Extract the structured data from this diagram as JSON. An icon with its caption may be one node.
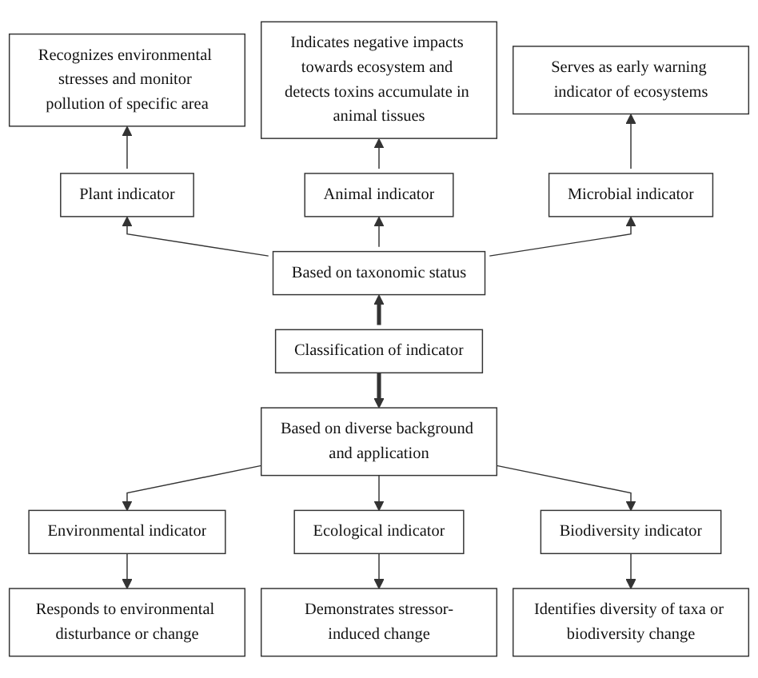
{
  "diagram": {
    "nodes": [
      {
        "text": [
          "Recognizes environmental stresses and monitor pollution of specific area"
        ]
      },
      {
        "text": [
          "Indicates negative impacts towards ecosystem and detects toxins accumulate in animal tissues"
        ]
      },
      {
        "text": [
          "Serves as early warning indicator of ecosystems"
        ]
      },
      {
        "text": [
          "Plant indicator"
        ]
      },
      {
        "text": [
          "Animal indicator"
        ]
      },
      {
        "text": [
          "Microbial indicator"
        ]
      },
      {
        "text": [
          "Based on taxonomic status"
        ]
      },
      {
        "text": [
          "Classification of indicator"
        ]
      },
      {
        "text": [
          "Based on diverse background and application"
        ]
      },
      {
        "text": [
          "Environmental indicator"
        ]
      },
      {
        "text": [
          "Ecological indicator"
        ]
      },
      {
        "text": [
          "Biodiversity indicator"
        ]
      },
      {
        "text": [
          "Responds to environmental disturbance or change"
        ]
      },
      {
        "text": [
          "Demonstrates stressor-induced change"
        ]
      },
      {
        "text": [
          "Identifies diversity of taxa or biodiversity change"
        ]
      }
    ],
    "edges": [
      {
        "from": 3,
        "to": 0,
        "arrow": "to"
      },
      {
        "from": 4,
        "to": 1,
        "arrow": "to"
      },
      {
        "from": 5,
        "to": 2,
        "arrow": "to"
      },
      {
        "from": 6,
        "to": 3,
        "arrow": "to"
      },
      {
        "from": 6,
        "to": 4,
        "arrow": "to"
      },
      {
        "from": 6,
        "to": 5,
        "arrow": "to"
      },
      {
        "from": 7,
        "to": 6,
        "arrow": "to",
        "style": "thick"
      },
      {
        "from": 7,
        "to": 8,
        "arrow": "to",
        "style": "thick"
      },
      {
        "from": 8,
        "to": 9,
        "arrow": "to"
      },
      {
        "from": 8,
        "to": 10,
        "arrow": "to"
      },
      {
        "from": 8,
        "to": 11,
        "arrow": "to"
      },
      {
        "from": 9,
        "to": 12,
        "arrow": "to"
      },
      {
        "from": 10,
        "to": 13,
        "arrow": "to"
      },
      {
        "from": 11,
        "to": 14,
        "arrow": "to"
      }
    ]
  }
}
